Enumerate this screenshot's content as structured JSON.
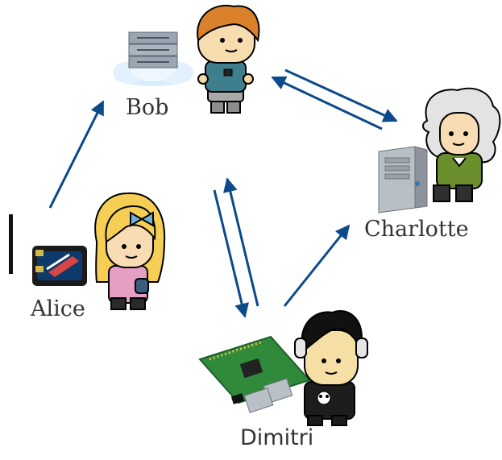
{
  "nodes": {
    "alice": {
      "label": "Alice",
      "device_icon": "wifi-router-icon",
      "avatar_icon": "girl-with-bow-avatar"
    },
    "bob": {
      "label": "Bob",
      "device_icon": "cloud-server-icon",
      "avatar_icon": "boy-with-sunglasses-avatar"
    },
    "charlotte": {
      "label": "Charlotte",
      "device_icon": "tower-pc-icon",
      "avatar_icon": "scientist-avatar"
    },
    "dimitri": {
      "label": "Dimitri",
      "device_icon": "raspberry-pi-icon",
      "avatar_icon": "punk-with-headphones-avatar"
    }
  },
  "edges": [
    {
      "from": "Alice",
      "to": "Bob"
    },
    {
      "from": "Bob",
      "to": "Charlotte"
    },
    {
      "from": "Charlotte",
      "to": "Bob"
    },
    {
      "from": "Bob",
      "to": "Dimitri"
    },
    {
      "from": "Dimitri",
      "to": "Bob"
    },
    {
      "from": "Dimitri",
      "to": "Charlotte"
    }
  ],
  "colors": {
    "arrow": "#0b4a8b",
    "label": "#333333"
  }
}
